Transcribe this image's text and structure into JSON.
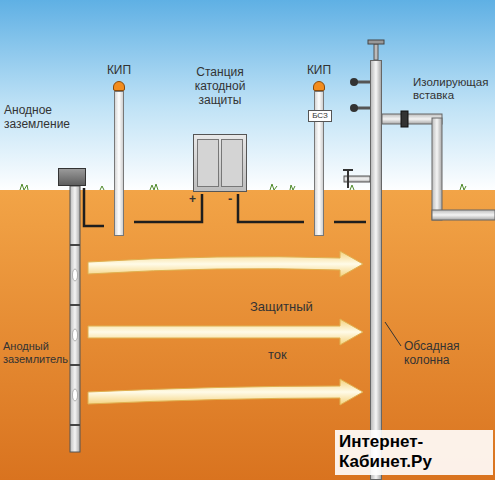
{
  "diagram": {
    "nodes": [
      {
        "text": [
          "Анодное заземление"
        ]
      },
      {
        "text": [
          "КИП"
        ]
      },
      {
        "text": [
          "Станция катодной защиты"
        ]
      },
      {
        "text": [
          "КИП",
          "БСЗ"
        ]
      },
      {
        "text": [
          "Обсадная колонна"
        ]
      }
    ],
    "edges": [
      {
        "from": 0,
        "to": 1,
        "arrow": "none"
      },
      {
        "from": 1,
        "to": 2,
        "arrow": "none"
      },
      {
        "from": 2,
        "to": 3,
        "arrow": "none"
      },
      {
        "from": 3,
        "to": 4,
        "arrow": "none"
      }
    ],
    "labels": [
      "Анодный заземлитель",
      "Защитный",
      "ток",
      "Изолирующая вставка",
      "+",
      "-",
      "Интернет- Кабинет.Ру"
    ]
  }
}
